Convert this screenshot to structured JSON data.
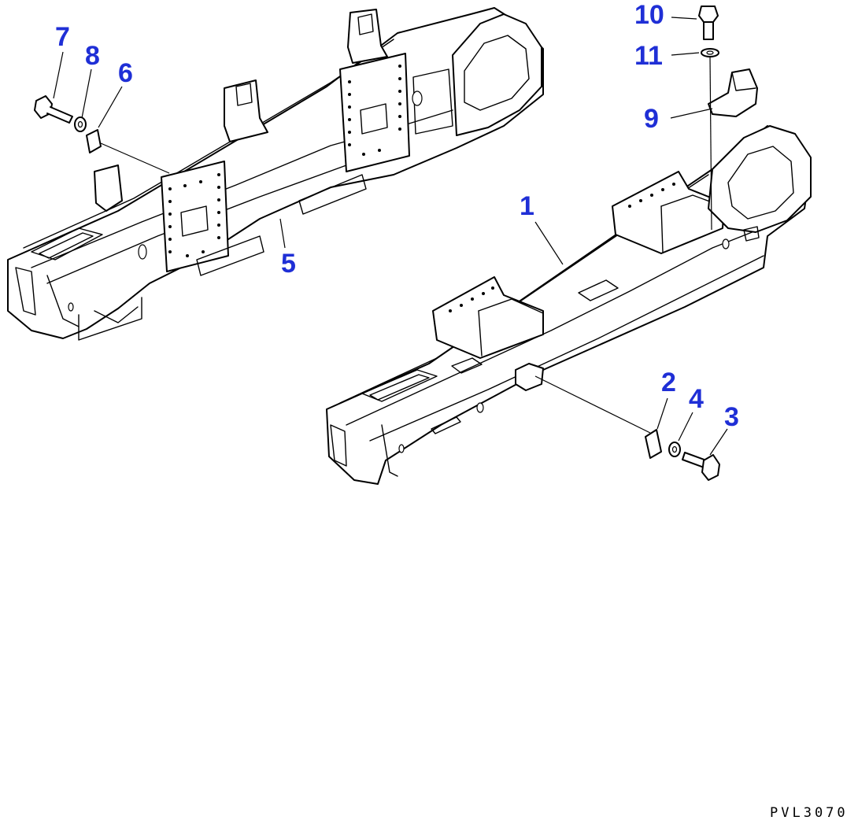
{
  "diagram": {
    "callouts": [
      {
        "id": "c1",
        "text": "1"
      },
      {
        "id": "c2",
        "text": "2"
      },
      {
        "id": "c3",
        "text": "3"
      },
      {
        "id": "c4",
        "text": "4"
      },
      {
        "id": "c5",
        "text": "5"
      },
      {
        "id": "c6",
        "text": "6"
      },
      {
        "id": "c7",
        "text": "7"
      },
      {
        "id": "c8",
        "text": "8"
      },
      {
        "id": "c9",
        "text": "9"
      },
      {
        "id": "c10",
        "text": "10"
      },
      {
        "id": "c11",
        "text": "11"
      }
    ],
    "drawing_code": "PVL3070",
    "label_color": "#1f2fd6",
    "line_color": "#000000"
  }
}
